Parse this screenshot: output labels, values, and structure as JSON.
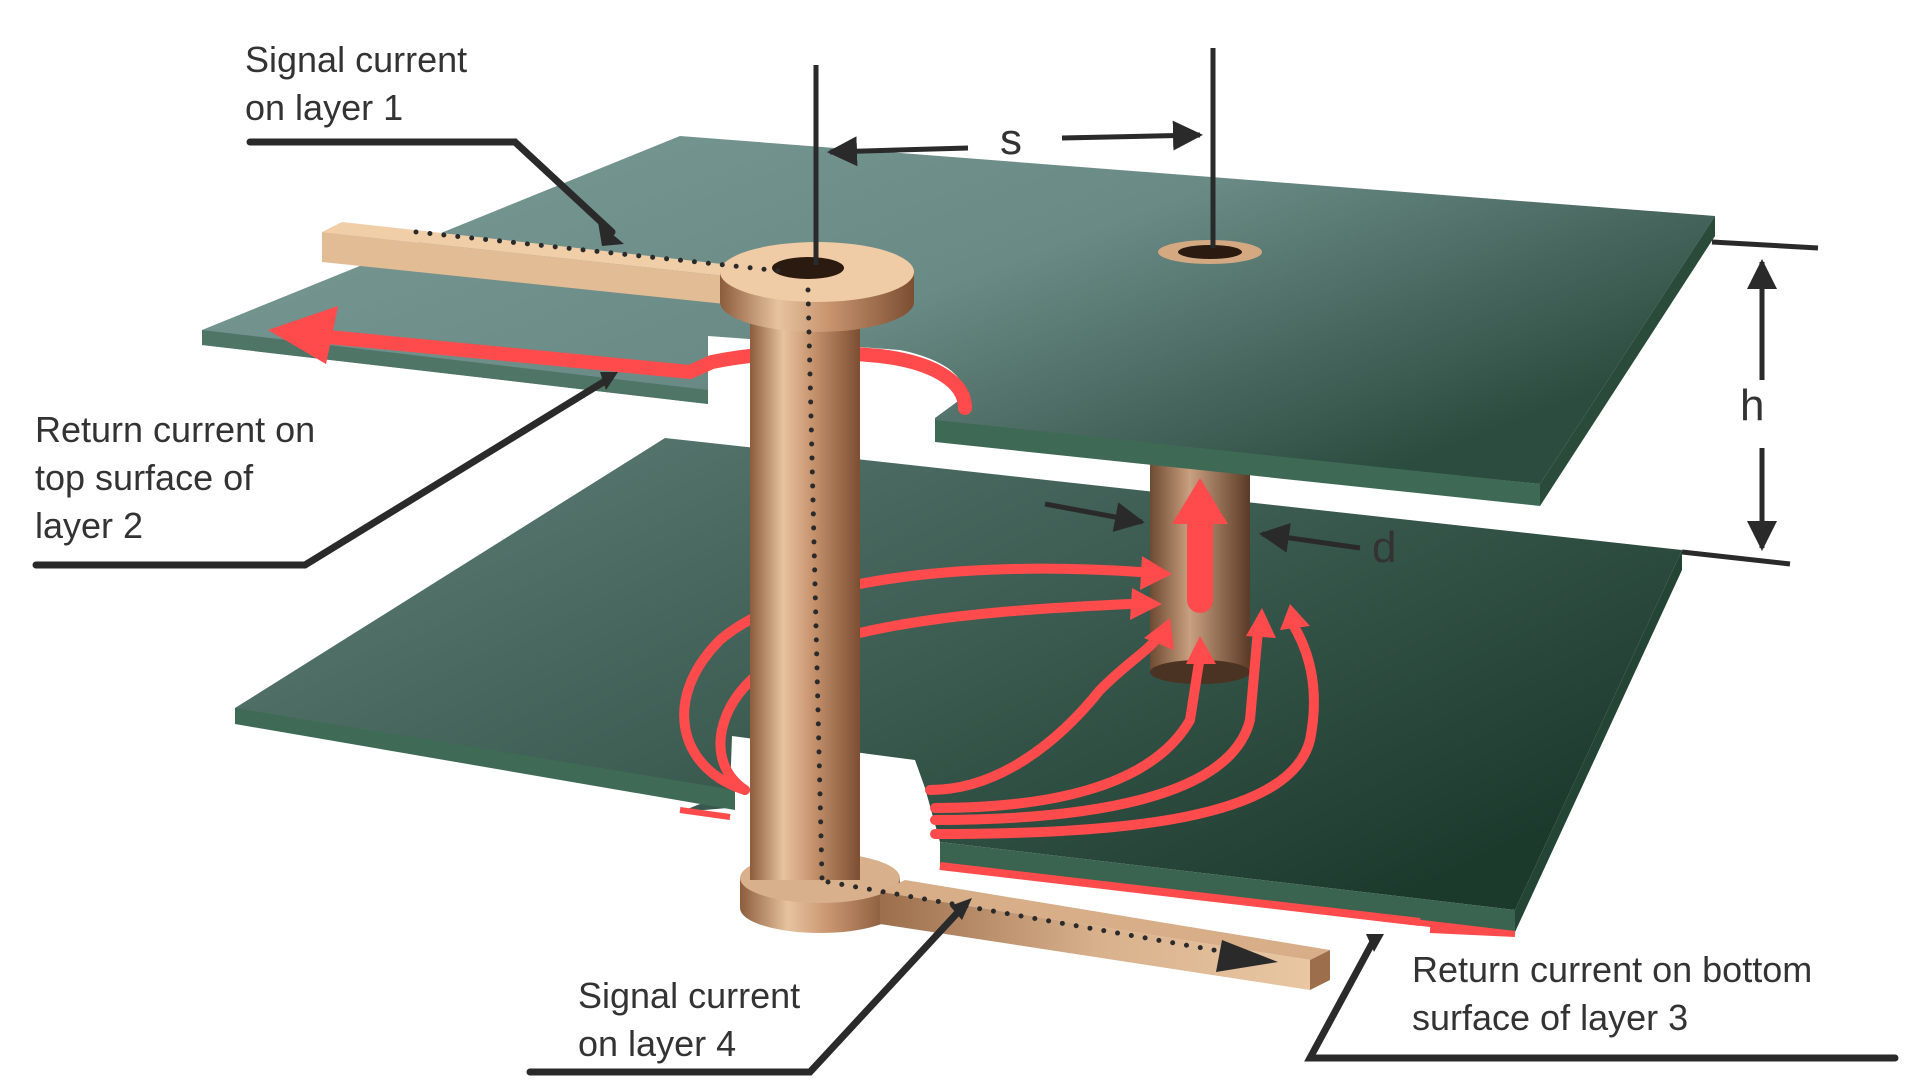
{
  "labels": {
    "signal_layer1": [
      "Signal current",
      "on layer 1"
    ],
    "return_layer2": [
      "Return current on",
      "top surface of",
      "layer 2"
    ],
    "signal_layer4": [
      "Signal current",
      "on layer 4"
    ],
    "return_layer3": [
      "Return current on bottom",
      "surface of layer 3"
    ]
  },
  "dimensions": {
    "spacing": "s",
    "height": "h",
    "diameter": "d"
  },
  "colors": {
    "plane_top": "#6b8c88",
    "plane_dark": "#2c4a3e",
    "plane_edge": "#3e6a55",
    "copper_light": "#ecc8a2",
    "copper_dark": "#9a6a46",
    "return_current": "#ff4b4b",
    "leader_line": "#2a2a2a"
  }
}
